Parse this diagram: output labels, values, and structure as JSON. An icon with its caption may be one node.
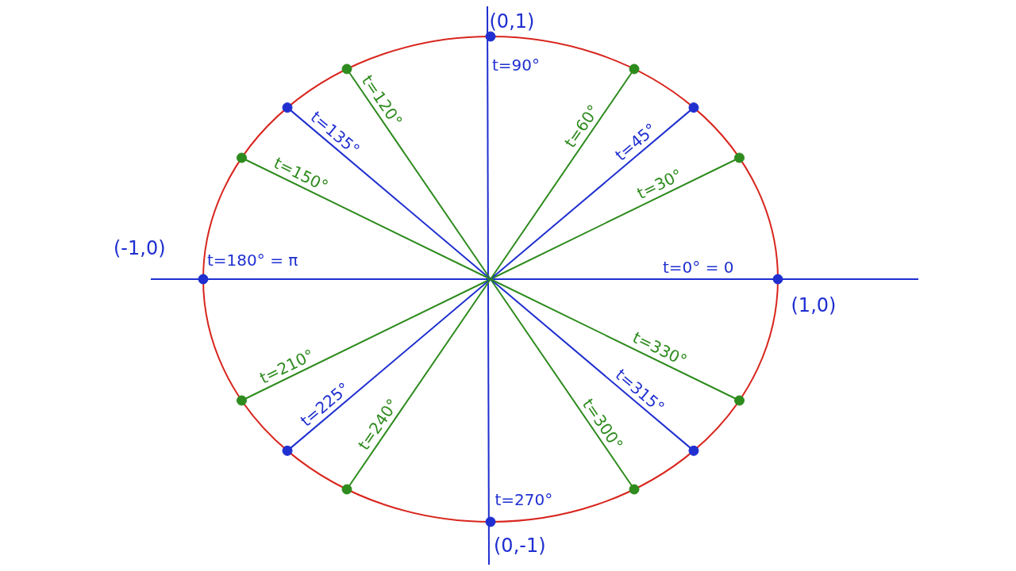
{
  "diagram": {
    "labels": [
      "(0,1)",
      "t=90°",
      "t=120°",
      "t=60°",
      "t=135°",
      "t=45°",
      "t=150°",
      "t=30°",
      "(-1,0)",
      "t=180° = π",
      "t=0° = 0",
      "(1,0)",
      "t=330°",
      "t=210°",
      "t=315°",
      "t=225°",
      "t=300°",
      "t=240°",
      "t=270°",
      "(0,-1)"
    ]
  }
}
